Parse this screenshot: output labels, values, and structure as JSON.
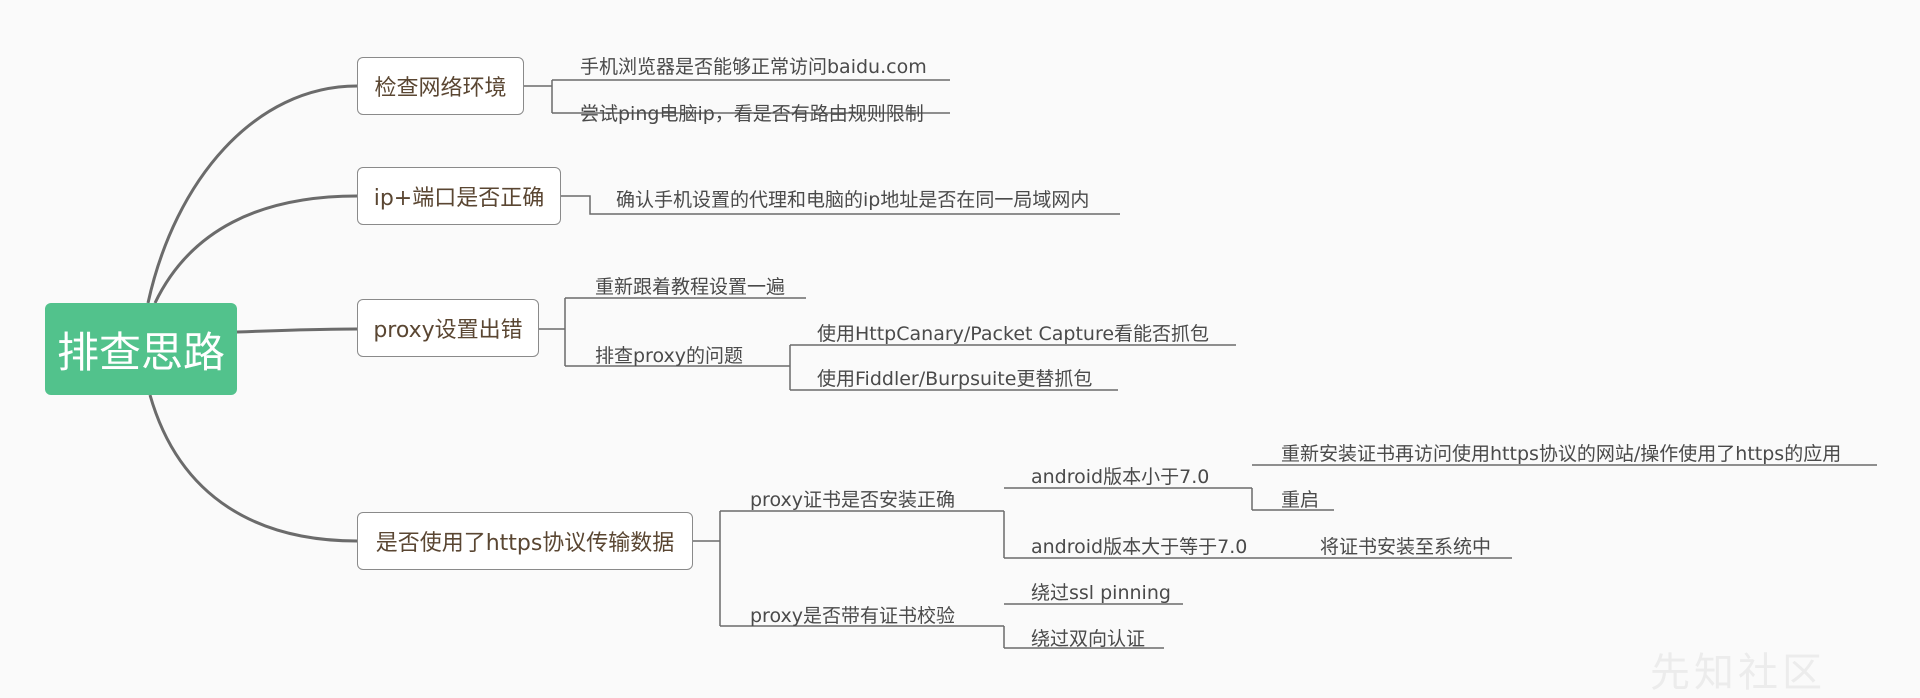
{
  "root": {
    "label": "排查思路"
  },
  "branches": [
    {
      "label": "检查网络环境",
      "children": [
        {
          "label": "手机浏览器是否能够正常访问baidu.com"
        },
        {
          "label": "尝试ping电脑ip，看是否有路由规则限制"
        }
      ]
    },
    {
      "label": "ip+端口是否正确",
      "children": [
        {
          "label": "确认手机设置的代理和电脑的ip地址是否在同一局域网内"
        }
      ]
    },
    {
      "label": "proxy设置出错",
      "children": [
        {
          "label": "重新跟着教程设置一遍"
        },
        {
          "label": "排查proxy的问题",
          "children": [
            {
              "label": "使用HttpCanary/Packet Capture看能否抓包"
            },
            {
              "label": "使用Fiddler/Burpsuite更替抓包"
            }
          ]
        }
      ]
    },
    {
      "label": "是否使用了https协议传输数据",
      "children": [
        {
          "label": "proxy证书是否安装正确",
          "children": [
            {
              "label": "android版本小于7.0",
              "children": [
                {
                  "label": "重新安装证书再访问使用https协议的网站/操作使用了https的应用"
                },
                {
                  "label": "重启"
                }
              ]
            },
            {
              "label": "android版本大于等于7.0",
              "children": [
                {
                  "label": "将证书安装至系统中"
                }
              ]
            }
          ]
        },
        {
          "label": "proxy是否带有证书校验",
          "children": [
            {
              "label": "绕过ssl pinning"
            },
            {
              "label": "绕过双向认证"
            }
          ]
        }
      ]
    }
  ],
  "watermark": "先知社区",
  "colors": {
    "root_fill": "#52c28c",
    "node_border": "#8a8a8a",
    "branch_text": "#5a4632",
    "leaf_text": "#4a4a4a",
    "connector": "#6b6b6b"
  }
}
